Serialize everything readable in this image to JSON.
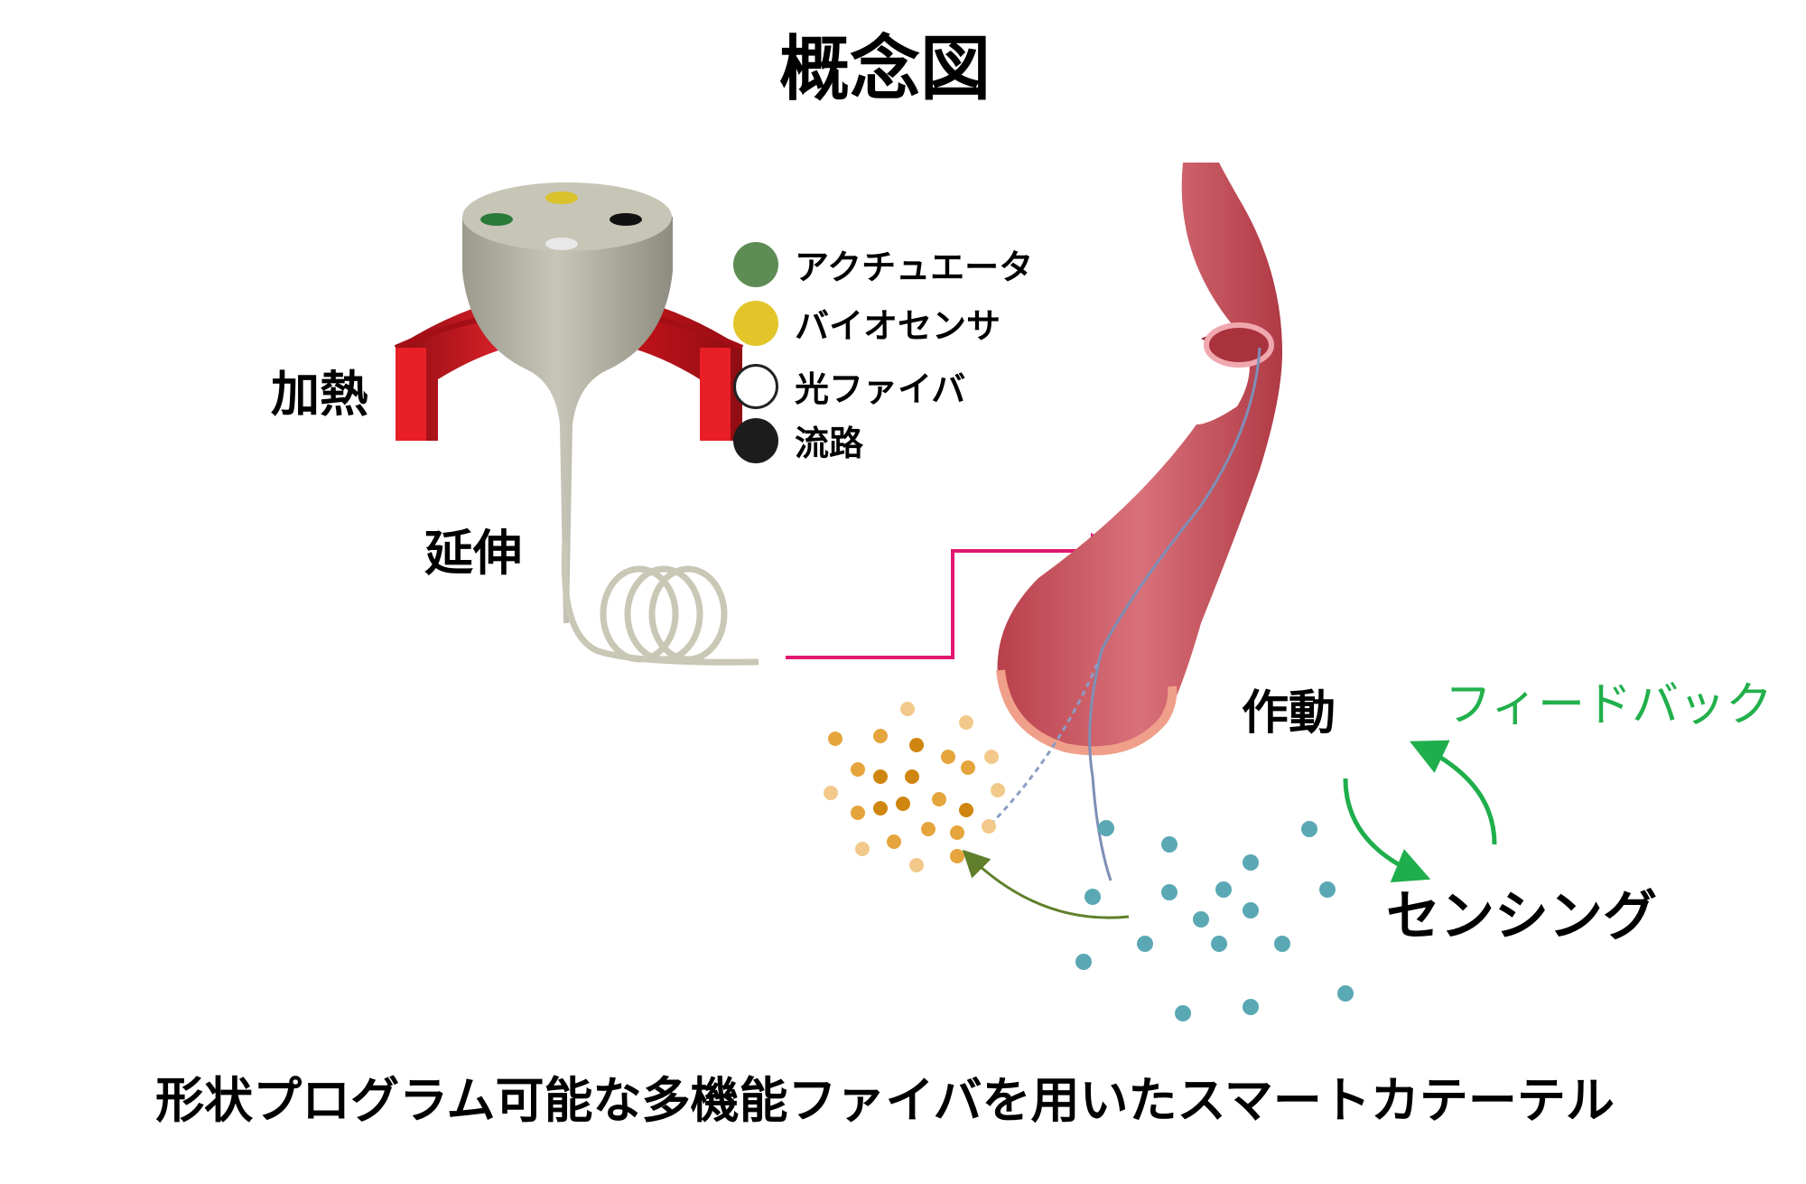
{
  "title": "概念図",
  "labels": {
    "heating": "加熱",
    "drawing": "延伸",
    "actuation": "作動",
    "sensing": "センシング",
    "feedback": "フィードバック"
  },
  "legend": [
    {
      "label": "アクチュエータ",
      "color": "#5e8c55"
    },
    {
      "label": "バイオセンサ",
      "color": "#e3c52a"
    },
    {
      "label": "光ファイバ",
      "color": "#ffffff"
    },
    {
      "label": "流路",
      "color": "#1c1c1c"
    }
  ],
  "caption": "形状プログラム可能な多機能ファイバを用いたスマートカテーテル",
  "colors": {
    "heater": "#d9161d",
    "preform": "#b9b7a8",
    "vessel": "#c85a63",
    "arrow_pink": "#e0186f",
    "arrow_green": "#1fae4c",
    "feedback": "#22b04b"
  }
}
